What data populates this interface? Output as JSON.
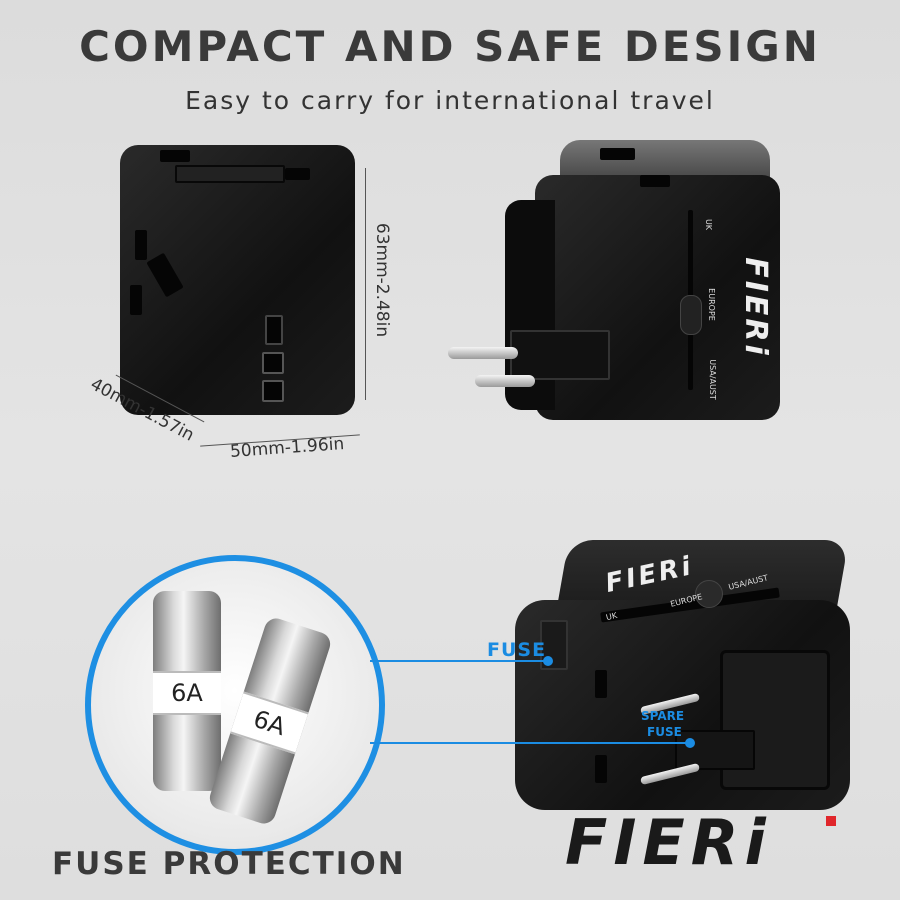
{
  "header": {
    "title": "COMPACT AND SAFE DESIGN",
    "subtitle": "Easy to carry for international travel"
  },
  "dimensions": {
    "height": "63mm-2.48in",
    "depth": "40mm-1.57in",
    "width": "50mm-1.96in"
  },
  "adapter_labels": {
    "uk": "UK",
    "europe": "EUROPE",
    "usa": "USA/AUST",
    "brand": "FIERi"
  },
  "fuse_callouts": {
    "fuse": "FUSE",
    "spare_fuse_line1": "SPARE",
    "spare_fuse_line2": "FUSE"
  },
  "fuse_rating": "6A",
  "footer": {
    "title": "FUSE PROTECTION",
    "logo": "FIERi"
  },
  "colors": {
    "accent": "#1b8ce2",
    "text": "#3a3a3a",
    "logo_dot": "#e0262b"
  }
}
